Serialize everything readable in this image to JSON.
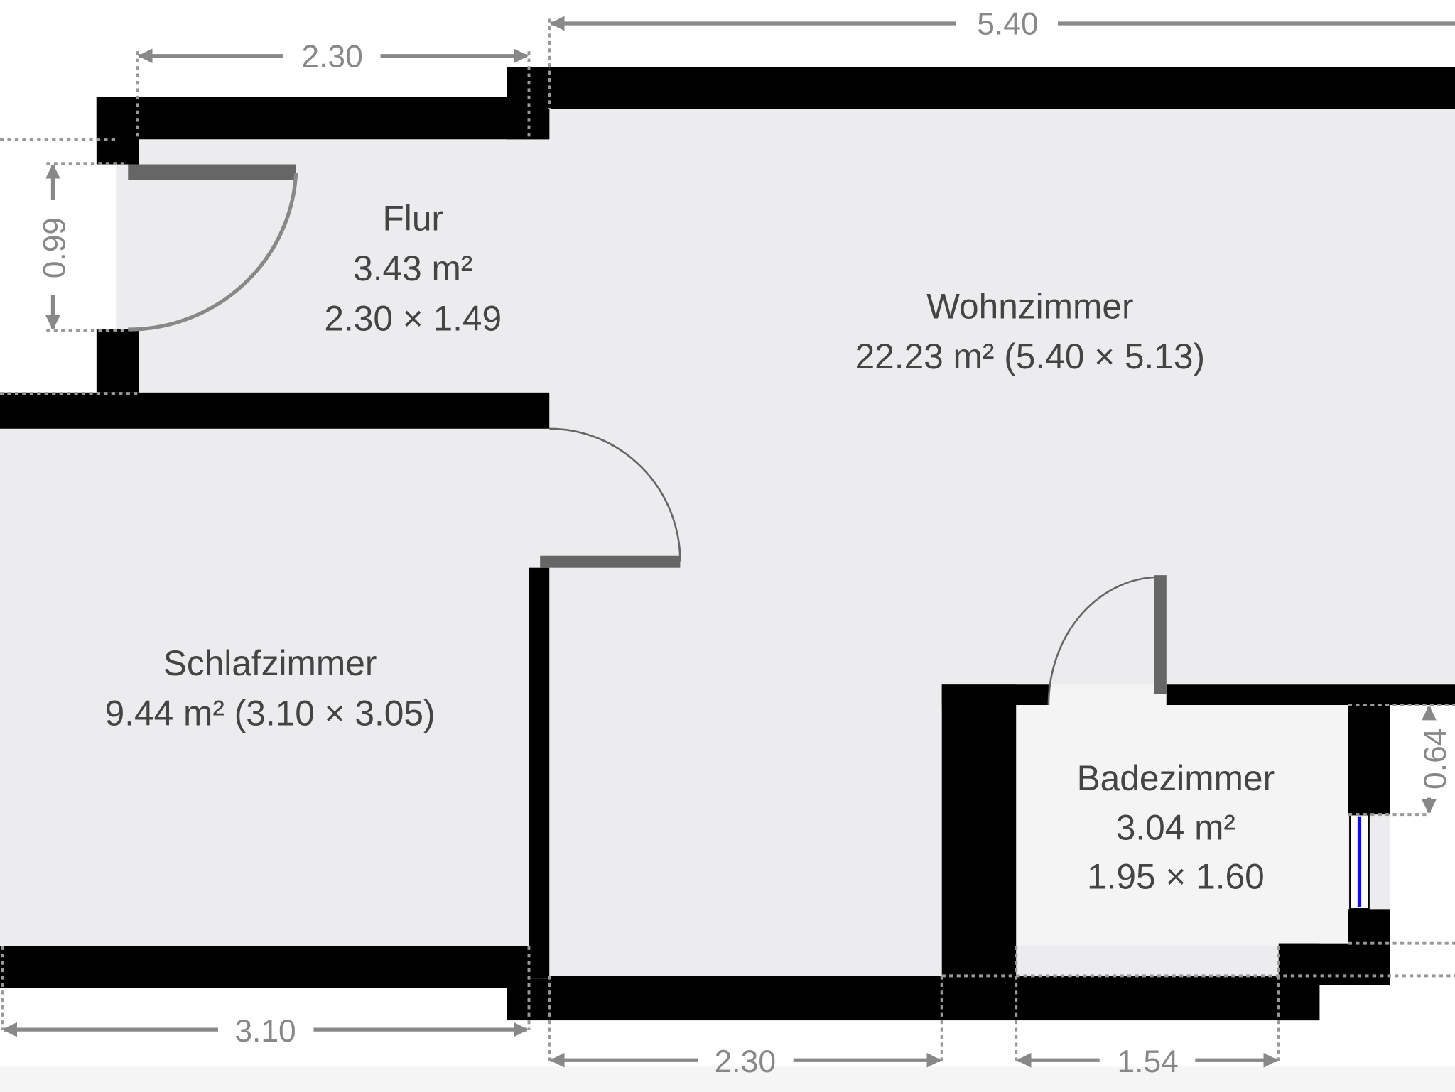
{
  "rooms": [
    {
      "name": "Flur",
      "area": "3.43 m²",
      "dims": "2.30 × 1.49"
    },
    {
      "name": "Wohnzimmer",
      "area_dims": "22.23 m² (5.40 × 5.13)"
    },
    {
      "name": "Schlafzimmer",
      "area_dims": "9.44 m² (3.10 × 3.05)"
    },
    {
      "name": "Badezimmer",
      "area": "3.04 m²",
      "dims": "1.95 × 1.60"
    }
  ],
  "dimensions": {
    "top_flur": "2.30",
    "top_wohn": "5.40",
    "left_door": "0.99",
    "right_window": "0.64",
    "bottom_schlaf": "3.10",
    "bottom_wohn": "2.30",
    "bottom_bad": "1.54"
  },
  "colors": {
    "floor": "#ececee",
    "bath_floor": "#f4f4f5",
    "wall": "#000000",
    "window": "#1010e0",
    "dim": "#888888"
  }
}
